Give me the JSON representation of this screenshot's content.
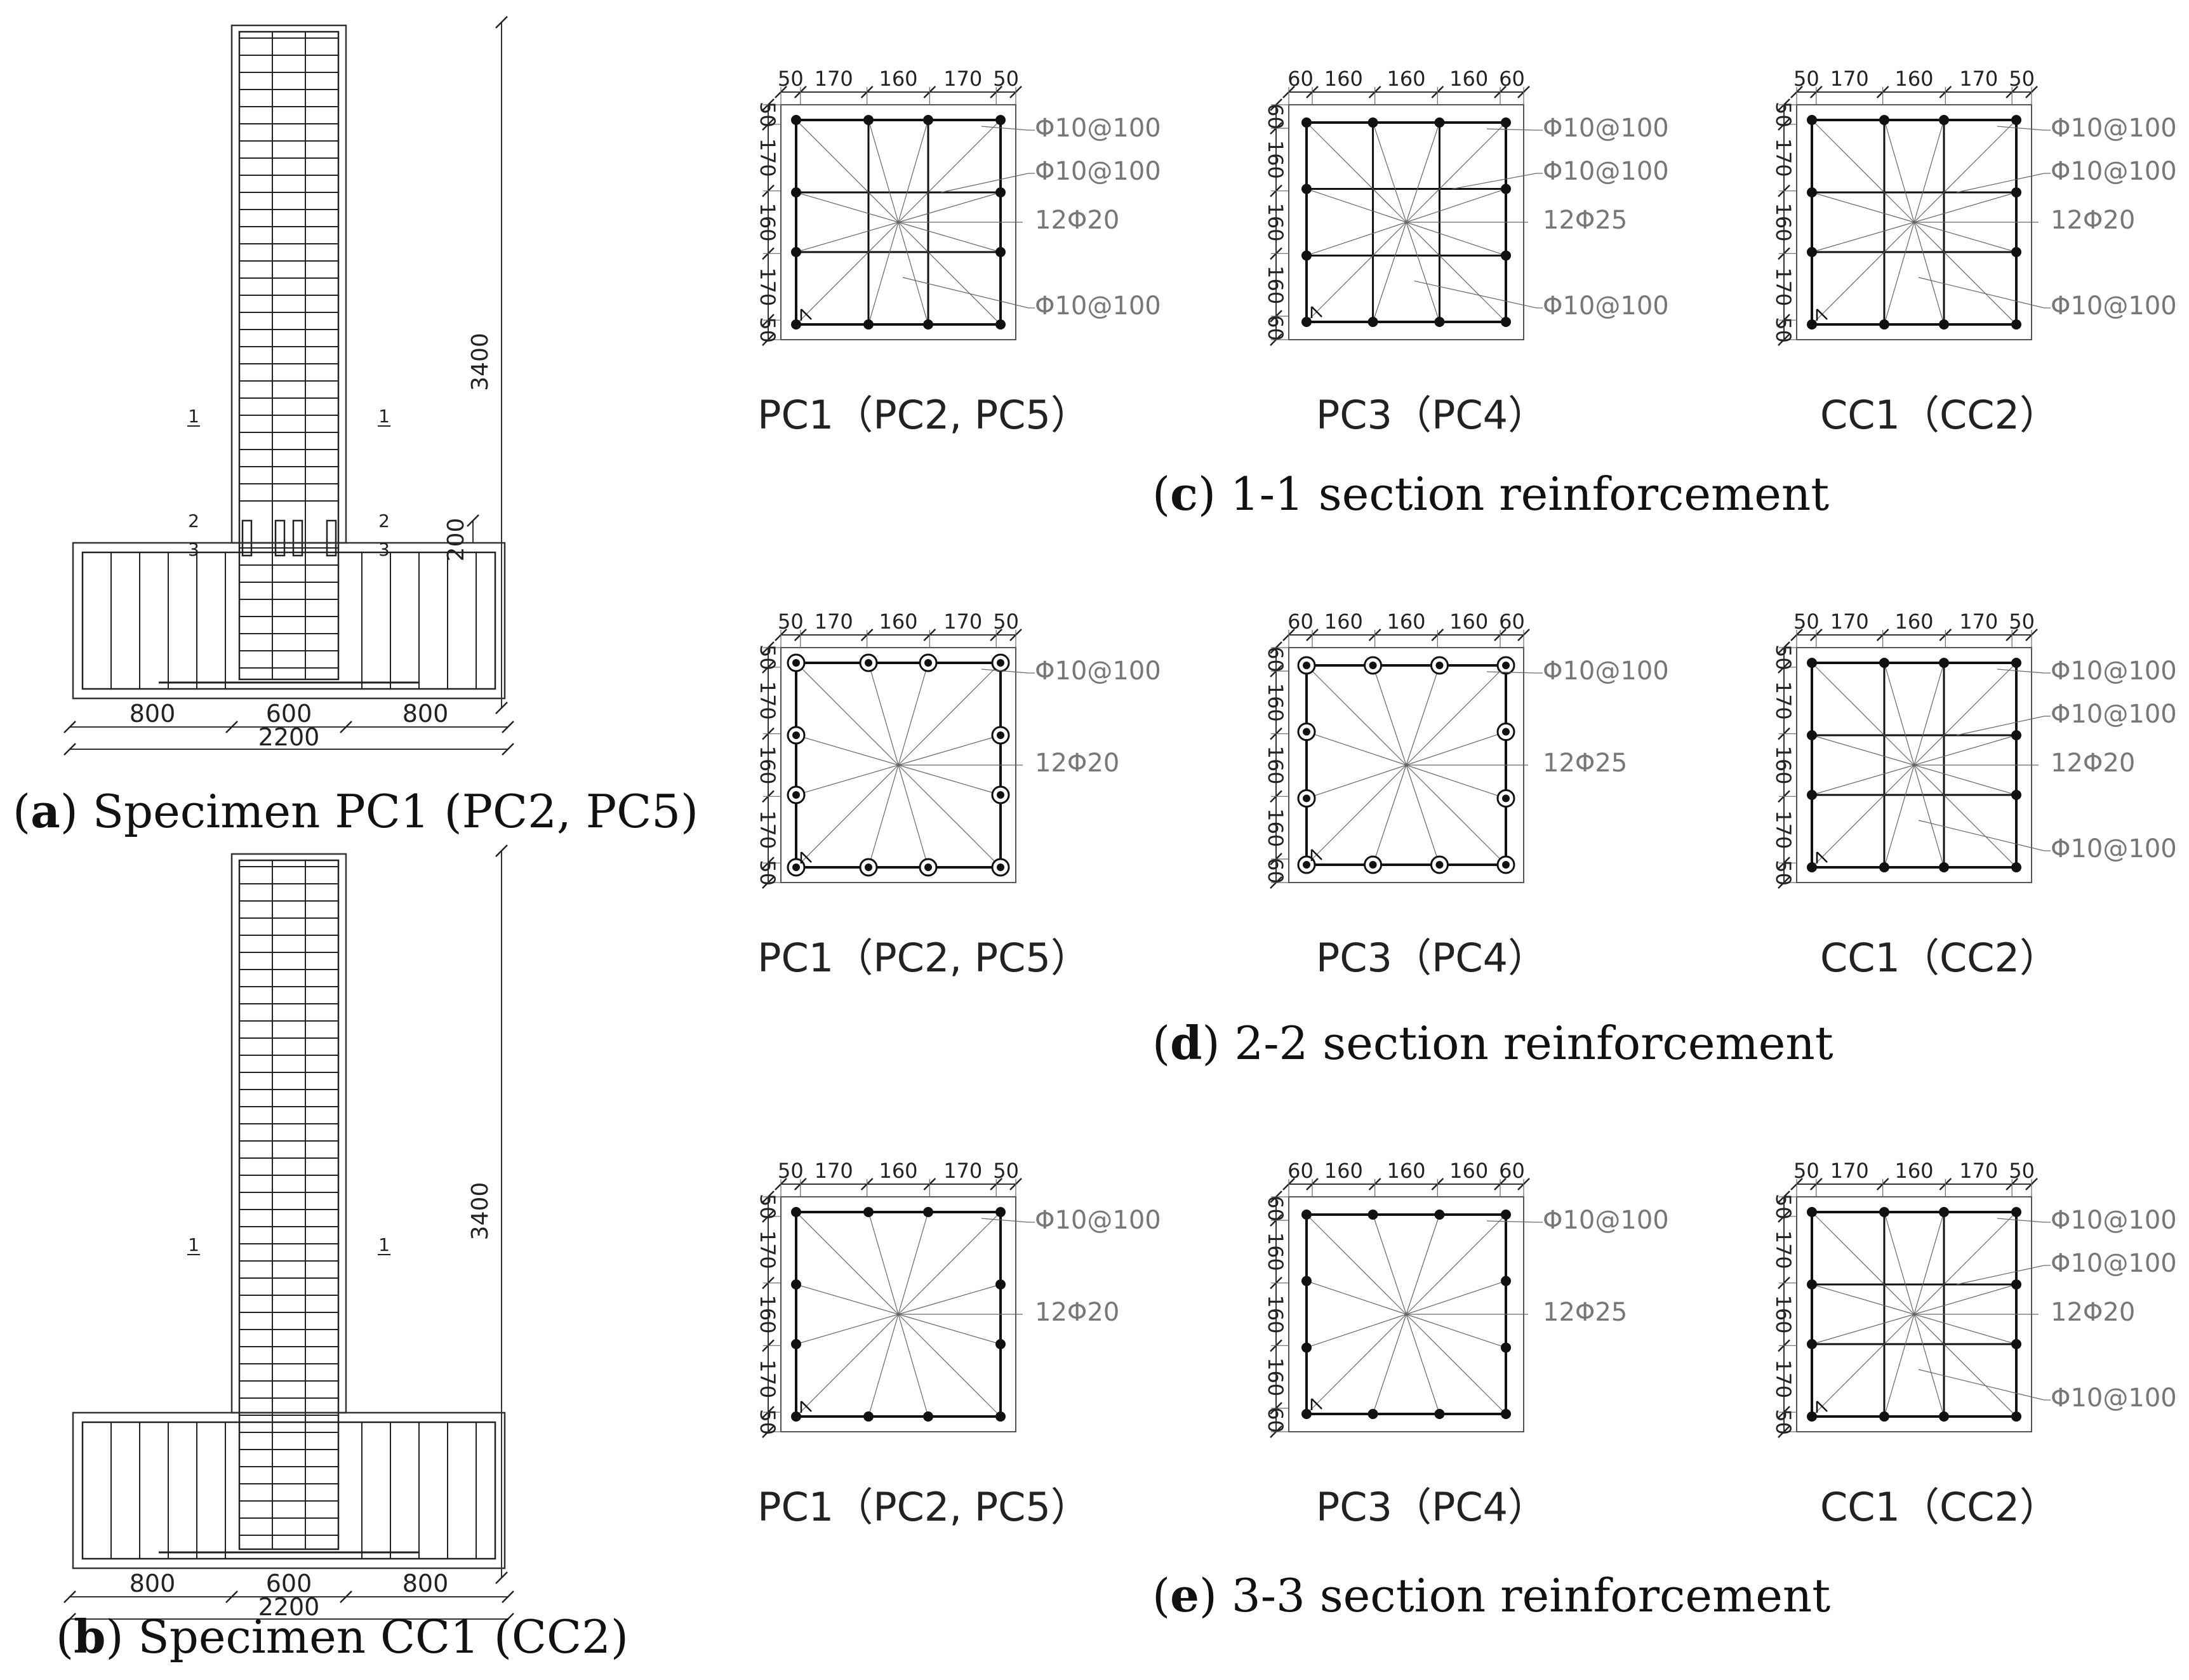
{
  "captions": {
    "a": {
      "letter": "a",
      "text": "Specimen PC1 (PC2, PC5)"
    },
    "b": {
      "letter": "b",
      "text": "Specimen CC1 (CC2)"
    },
    "c": {
      "letter": "c",
      "text": "1-1 section reinforcement"
    },
    "d": {
      "letter": "d",
      "text": "2-2 section reinforcement"
    },
    "e": {
      "letter": "e",
      "text": "3-3 section reinforcement"
    }
  },
  "elevations": {
    "height_label": "3400",
    "pc_joint_label": "200",
    "base_dims": [
      "800",
      "600",
      "800"
    ],
    "total_width": "2200",
    "section_marks_pc": [
      "1",
      "2",
      "3"
    ],
    "section_marks_cc": [
      "1"
    ]
  },
  "section_names": {
    "pc1": "PC1（PC2, PC5）",
    "pc3": "PC3（PC4）",
    "cc1": "CC1（CC2）"
  },
  "section_dims": {
    "pc1": [
      "50",
      "170",
      "160",
      "170",
      "50"
    ],
    "pc3": [
      "60",
      "160",
      "160",
      "160",
      "60"
    ],
    "cc1": [
      "50",
      "170",
      "160",
      "170",
      "50"
    ]
  },
  "rebar_labels": {
    "stirrup": "Φ10@100",
    "long_20": "12Φ20",
    "long_25": "12Φ25"
  }
}
